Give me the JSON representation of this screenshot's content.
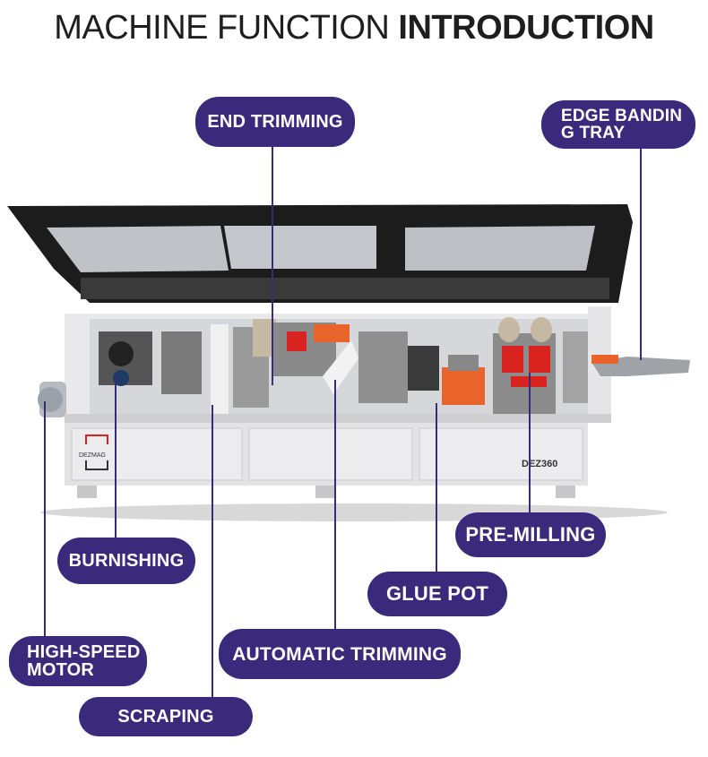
{
  "title": {
    "light": "MACHINE FUNCTION",
    "bold": "INTRODUCTION"
  },
  "machine": {
    "brand": "DEZMAG",
    "model": "DEZ360"
  },
  "labels": {
    "end_trimming": "END TRIMMING",
    "edge_banding_tray_line1": "EDGE BANDIN",
    "edge_banding_tray_line2": "G TRAY",
    "pre_milling": "PRE-MILLING",
    "burnishing": "BURNISHING",
    "glue_pot": "GLUE POT",
    "high_speed_motor_line1": "HIGH-SPEED",
    "high_speed_motor_line2": "MOTOR",
    "automatic_trimming": "AUTOMATIC TRIMMING",
    "scraping": "SCRAPING"
  },
  "colors": {
    "pill": "#3a2a7c",
    "accent_red": "#d9231f",
    "accent_orange": "#e8642a",
    "frame": "#1c1c1c",
    "body": "#e6e6e8"
  }
}
